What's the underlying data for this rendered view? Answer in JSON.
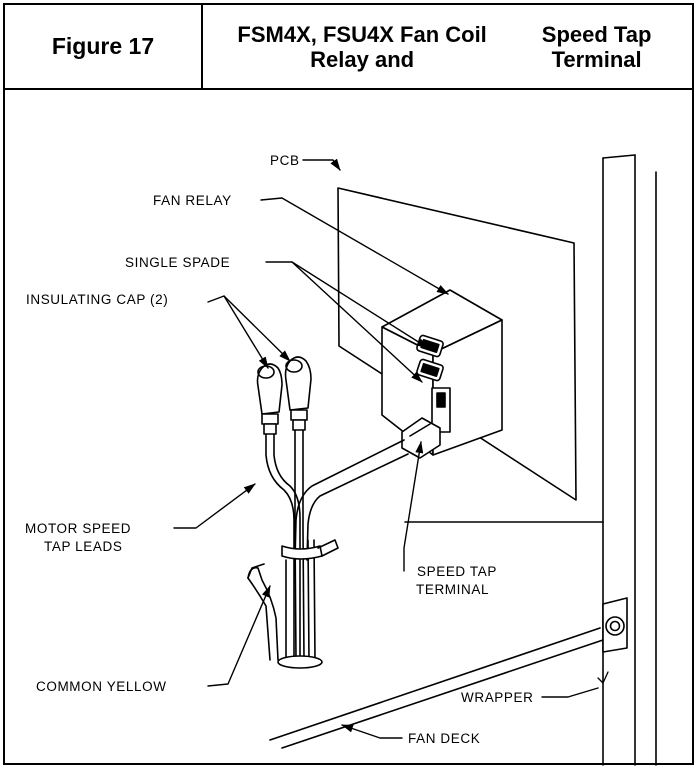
{
  "figure": {
    "label": "Figure 17",
    "title_line1": "FSM4X, FSU4X Fan Coil Relay and",
    "title_line2": "Speed Tap Terminal"
  },
  "callouts": {
    "pcb": "PCB",
    "fan_relay": "FAN  RELAY",
    "single_spade": "SINGLE  SPADE",
    "insulating_cap": "INSULATING  CAP  (2)",
    "motor_speed_1": "MOTOR  SPEED",
    "motor_speed_2": "TAP  LEADS",
    "speed_tap_1": "SPEED  TAP",
    "speed_tap_2": "TERMINAL",
    "common_yellow": "COMMON  YELLOW",
    "wrapper": "WRAPPER",
    "fan_deck": "FAN  DECK"
  }
}
